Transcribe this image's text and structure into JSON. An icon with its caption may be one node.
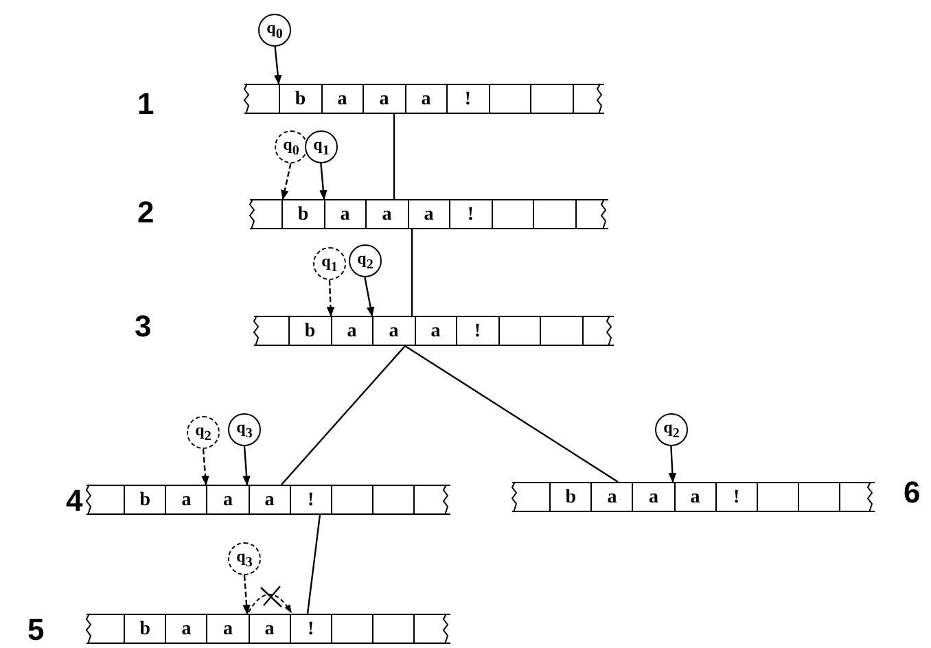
{
  "diagram": {
    "nodes": [
      {
        "text": [
          "q$_{0}$"
        ]
      },
      {
        "text": [
          "b",
          "a",
          "a",
          "a",
          "!"
        ],
        "beside": [
          "1"
        ]
      },
      {
        "text": [
          "q$_{0}$"
        ]
      },
      {
        "text": [
          "q$_{1}$"
        ]
      },
      {
        "text": [
          "b",
          "a",
          "a",
          "a",
          "!"
        ],
        "beside": [
          "2"
        ]
      },
      {
        "text": [
          "q$_{1}$"
        ]
      },
      {
        "text": [
          "q$_{2}$"
        ]
      },
      {
        "text": [
          "b",
          "a",
          "a",
          "a",
          "!"
        ],
        "beside": [
          "3"
        ]
      },
      {
        "text": [
          "q$_{2}$"
        ]
      },
      {
        "text": [
          "q$_{3}$"
        ]
      },
      {
        "text": [
          "q$_{2}$"
        ]
      },
      {
        "text": [
          "b",
          "a",
          "a",
          "a",
          "!"
        ],
        "beside": [
          "4"
        ]
      },
      {
        "text": [
          "b",
          "a",
          "a",
          "a",
          "!"
        ],
        "beside": [
          "6"
        ]
      },
      {
        "text": [
          "q$_{3}$"
        ]
      },
      {
        "text": [
          "b",
          "a",
          "a",
          "a",
          "!"
        ],
        "beside": [
          "5"
        ]
      }
    ],
    "edges": [
      {
        "from": 0,
        "to": 1,
        "arrow": "to"
      },
      {
        "from": 2,
        "to": 4,
        "arrow": "to",
        "style": "dashed"
      },
      {
        "from": 3,
        "to": 4,
        "arrow": "to"
      },
      {
        "from": 5,
        "to": 7,
        "arrow": "to",
        "style": "dashed"
      },
      {
        "from": 6,
        "to": 7,
        "arrow": "to"
      },
      {
        "from": 8,
        "to": 11,
        "arrow": "to",
        "style": "dashed"
      },
      {
        "from": 9,
        "to": 11,
        "arrow": "to"
      },
      {
        "from": 10,
        "to": 12,
        "arrow": "to"
      },
      {
        "from": 13,
        "to": 14,
        "arrow": "to",
        "style": "dashed"
      },
      {
        "from": 1,
        "to": 4,
        "arrow": "none"
      },
      {
        "from": 4,
        "to": 7,
        "arrow": "none"
      },
      {
        "from": 7,
        "to": 11,
        "arrow": "none"
      },
      {
        "from": 7,
        "to": 12,
        "arrow": "none"
      },
      {
        "from": 11,
        "to": 14,
        "arrow": "none"
      }
    ]
  }
}
